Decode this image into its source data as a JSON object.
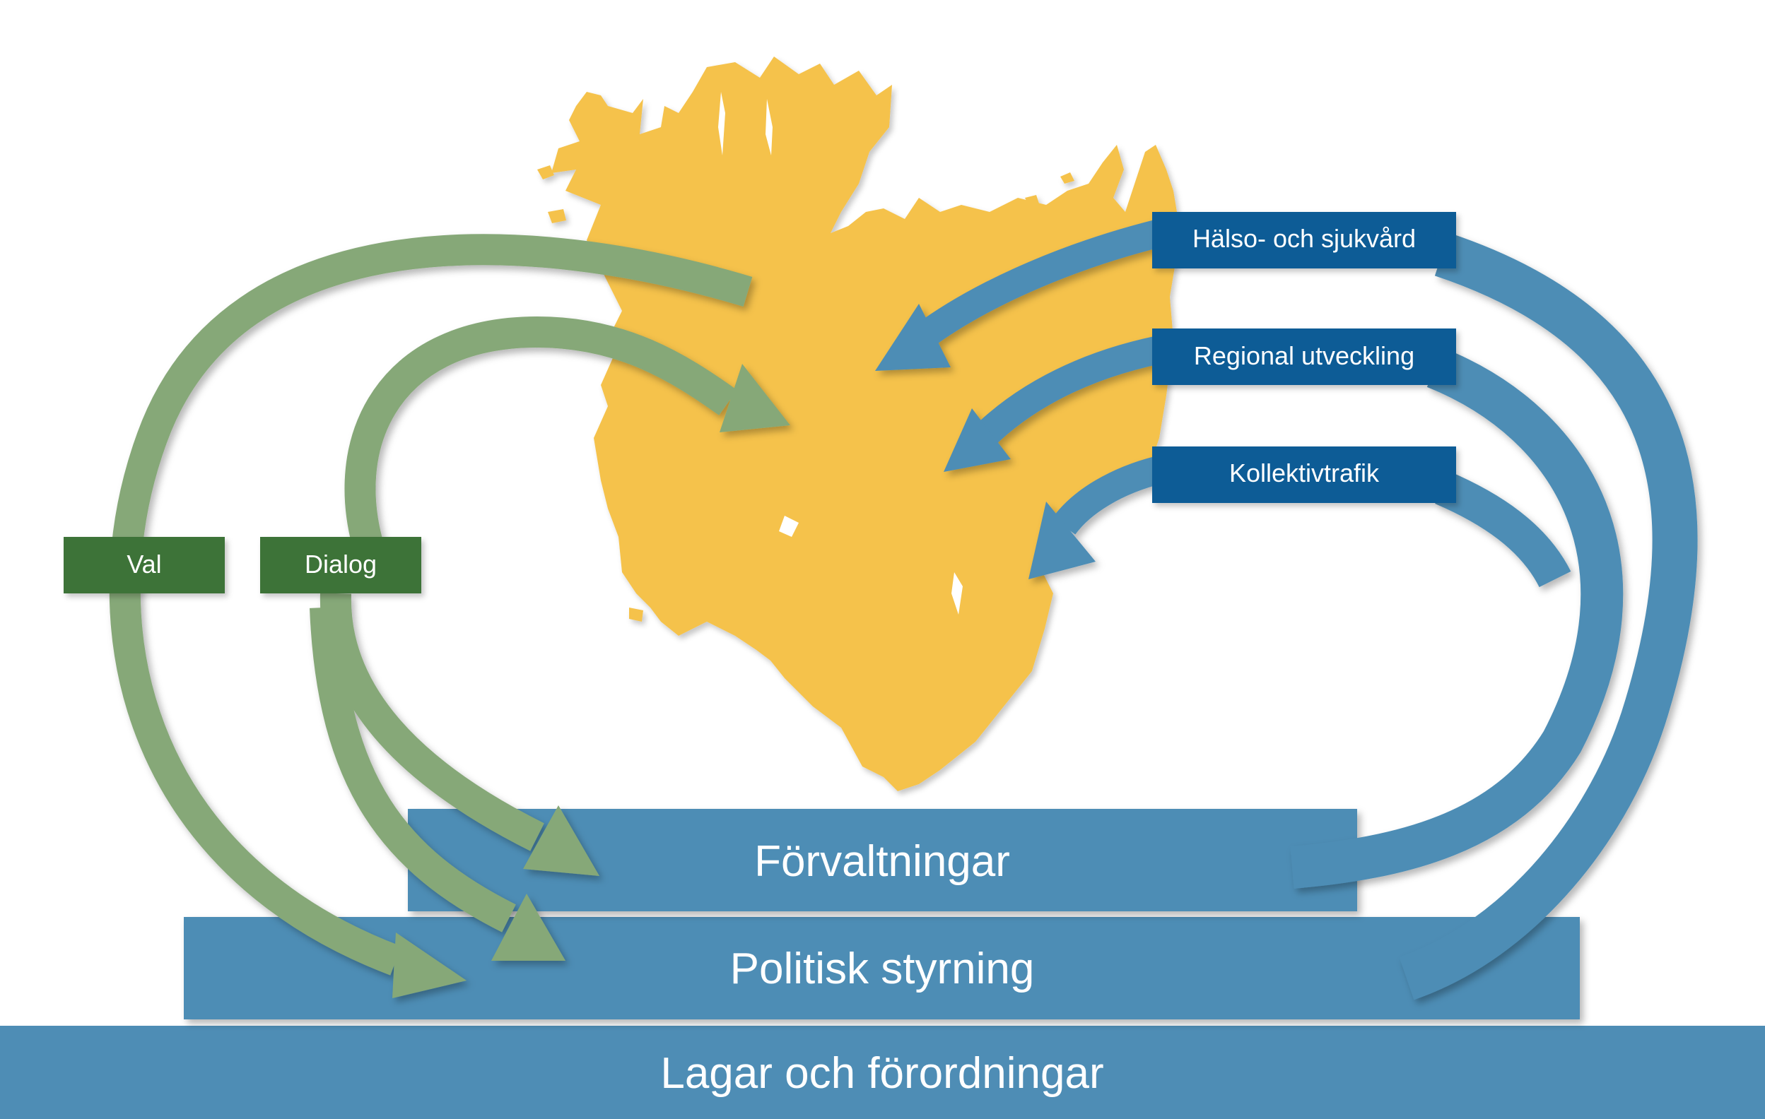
{
  "labels": {
    "val": "Val",
    "dialog": "Dialog",
    "health": "Hälso- och sjukvård",
    "regional": "Regional utveckling",
    "transit": "Kollektivtrafik",
    "forvaltningar": "Förvaltningar",
    "politisk": "Politisk styrning",
    "lagar": "Lagar och förordningar"
  },
  "colors": {
    "map": "#f5c24c",
    "green_arrow": "#86a878",
    "green_box": "#3e7337",
    "blue_arrow": "#4e8db5",
    "blue_box": "#0b5c96",
    "bar": "#4e8db5",
    "text_light": "#ffffff"
  }
}
